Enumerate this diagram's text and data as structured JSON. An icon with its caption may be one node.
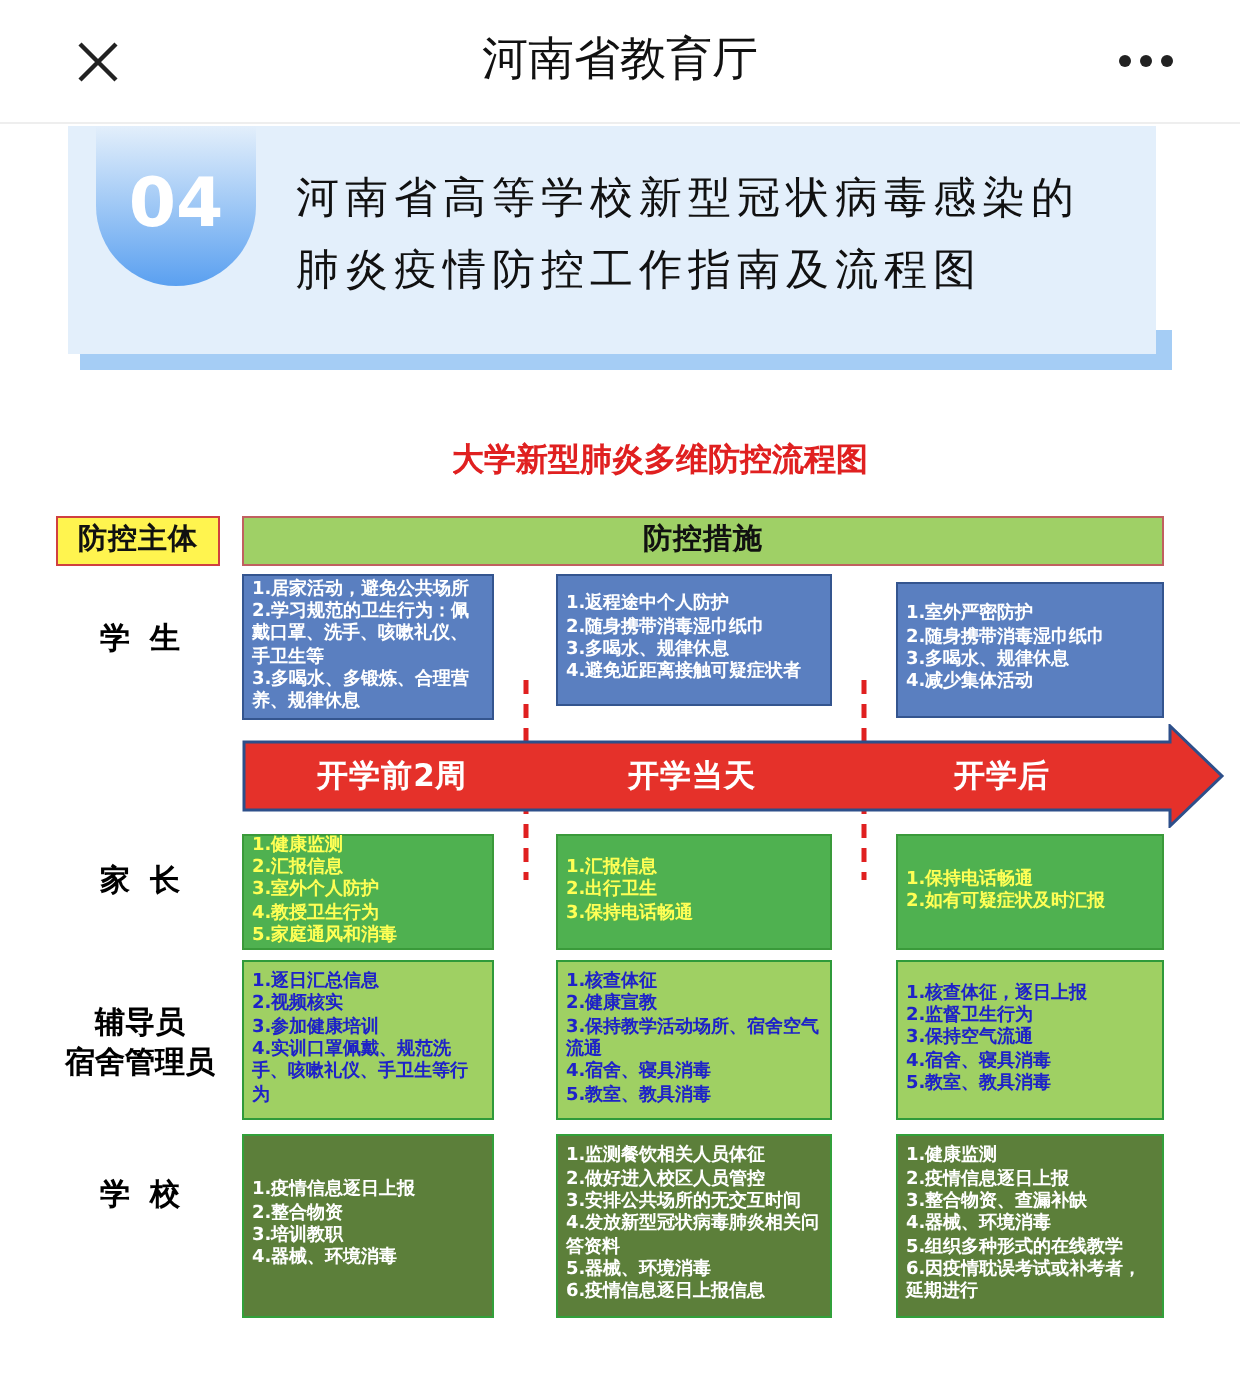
{
  "diagram": {
    "title": "大学新型肺炎多维防控流程图",
    "nodes": [
      {
        "text": [
          "防控主体"
        ]
      },
      {
        "text": [
          "防控措施"
        ]
      },
      {
        "text": [
          "1.居家活动，避免公共场所",
          "2.学习规范的卫生行为：佩戴口罩、洗手、咳嗽礼仪、手卫生等",
          "3.多喝水、多锻炼、合理营养、规律休息"
        ]
      },
      {
        "text": [
          "1.返程途中个人防护",
          "2.随身携带消毒湿巾纸巾",
          "3.多喝水、规律休息",
          "4.避免近距离接触可疑症状者"
        ]
      },
      {
        "text": [
          "1.室外严密防护",
          "2.随身携带消毒湿巾纸巾",
          "3.多喝水、规律休息",
          "4.减少集体活动"
        ]
      },
      {
        "text": [
          "开学前2周",
          "开学当天",
          "开学后"
        ]
      },
      {
        "text": [
          "1.健康监测",
          "2.汇报信息",
          "3.室外个人防护",
          "4.教授卫生行为",
          "5.家庭通风和消毒"
        ]
      },
      {
        "text": [
          "1.汇报信息",
          "2.出行卫生",
          "3.保持电话畅通"
        ]
      },
      {
        "text": [
          "1.保持电话畅通",
          "2.如有可疑症状及时汇报"
        ]
      },
      {
        "text": [
          "1.逐日汇总信息",
          "2.视频核实",
          "3.参加健康培训",
          "4.实训口罩佩戴、规范洗手、咳嗽礼仪、手卫生等行为"
        ]
      },
      {
        "text": [
          "1.核查体征",
          "2.健康宣教",
          "3.保持教学活动场所、宿舍空气流通",
          "4.宿舍、寝具消毒",
          "5.教室、教具消毒"
        ]
      },
      {
        "text": [
          "1.核查体征，逐日上报",
          "2.监督卫生行为",
          "3.保持空气流通",
          "4.宿舍、寝具消毒",
          "5.教室、教具消毒"
        ]
      },
      {
        "text": [
          "1.疫情信息逐日上报",
          "2.整合物资",
          "3.培训教职",
          "4.器械、环境消毒"
        ]
      },
      {
        "text": [
          "1.监测餐饮相关人员体征",
          "2.做好进入校区人员管控",
          "3.安排公共场所的无交互时间",
          "4.发放新型冠状病毒肺炎相关问答资料",
          "5.器械、环境消毒",
          "6.疫情信息逐日上报信息"
        ]
      },
      {
        "text": [
          "1.健康监测",
          "2.疫情信息逐日上报",
          "3.整合物资、查漏补缺",
          "4.器械、环境消毒",
          "5.组织多种形式的在线教学",
          "6.因疫情耽误考试或补考者，延期进行"
        ]
      }
    ],
    "labels": [
      "河南省教育厅",
      "04",
      "河南省高等学校新型冠状病毒感染的肺炎疫情防控工作指南及流程图",
      "学生",
      "家长",
      "辅导员",
      "宿舍管理员",
      "学校"
    ]
  }
}
